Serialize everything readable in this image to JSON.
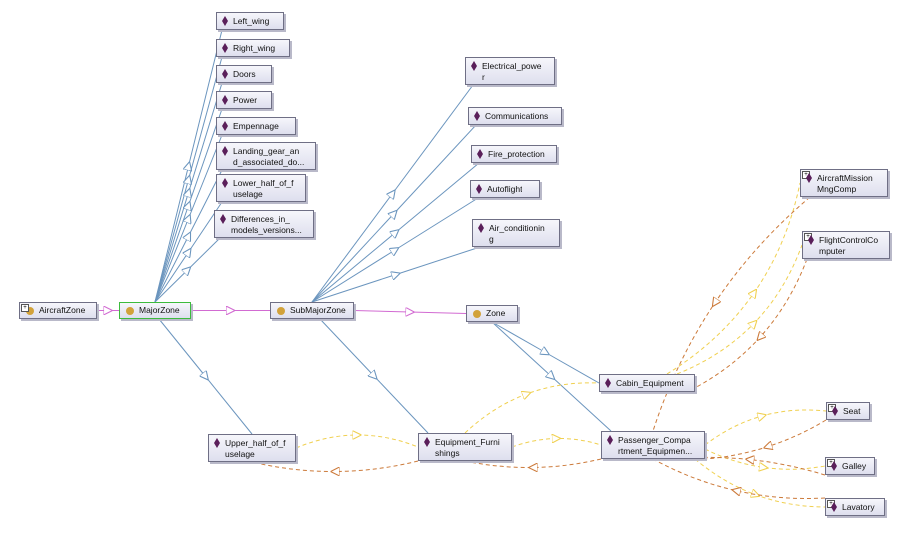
{
  "colors": {
    "subclass_edge": "#d26bd2",
    "member_edge": "#6b95be",
    "yellow_edge": "#f0d050",
    "orange_edge": "#cc7a3a",
    "class_icon": "#d2a23a",
    "individual_icon": "#5a1f5a",
    "selected_border": "#3dbb3d"
  },
  "icons": {
    "class": "class-circle-icon",
    "individual": "individual-diamond-icon",
    "expand": "expand-plus-icon"
  },
  "expand_symbol": "+",
  "nodes": {
    "aircraft_zone": "AircraftZone",
    "major_zone": "MajorZone",
    "sub_major_zone": "SubMajorZone",
    "zone": "Zone",
    "left_wing": "Left_wing",
    "right_wing": "Right_wing",
    "doors": "Doors",
    "power": "Power",
    "empennage": "Empennage",
    "landing_gear": "Landing_gear_an\nd_associated_do...",
    "lower_half": "Lower_half_of_f\nuselage",
    "differences": "Differences_in_\nmodels_versions...",
    "upper_half": "Upper_half_of_f\nuselage",
    "electrical_power": "Electrical_powe\nr",
    "communications": "Communications",
    "fire_protection": "Fire_protection",
    "autoflight": "Autoflight",
    "air_conditioning": "Air_conditionin\ng",
    "equipment_furnishings": "Equipment_Furni\nshings",
    "cabin_equipment": "Cabin_Equipment",
    "passenger_compartment": "Passenger_Compa\nrtment_Equipmen...",
    "aircraft_mission": "AircraftMission\nMngComp",
    "flight_control": "FlightControlCo\nmputer",
    "seat": "Seat",
    "galley": "Galley",
    "lavatory": "Lavatory"
  }
}
